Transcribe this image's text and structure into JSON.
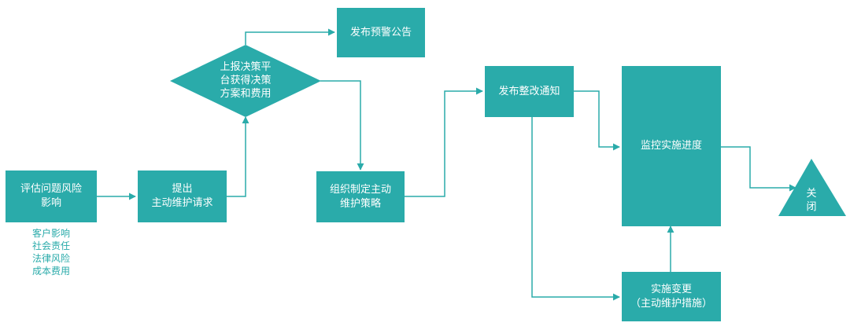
{
  "colors": {
    "node_fill": "#2aabaa",
    "edge": "#2aabaa",
    "text": "#ffffff"
  },
  "nodes": {
    "assess": {
      "line1": "评估问题风险",
      "line2": "影响"
    },
    "propose": {
      "line1": "提出",
      "line2": "主动维护请求"
    },
    "decision": {
      "line1": "上报决策平",
      "line2": "台获得决策",
      "line3": "方案和费用"
    },
    "warning": {
      "label": "发布预警公告"
    },
    "organize": {
      "line1": "组织制定主动",
      "line2": "维护策略"
    },
    "notice": {
      "label": "发布整改通知"
    },
    "monitor": {
      "label": "监控实施进度"
    },
    "change": {
      "line1": "实施变更",
      "line2": "（主动维护措施）"
    },
    "close": {
      "line1": "关",
      "line2": "闭"
    }
  },
  "factors": [
    "客户影响",
    "社会责任",
    "法律风险",
    "成本费用"
  ]
}
